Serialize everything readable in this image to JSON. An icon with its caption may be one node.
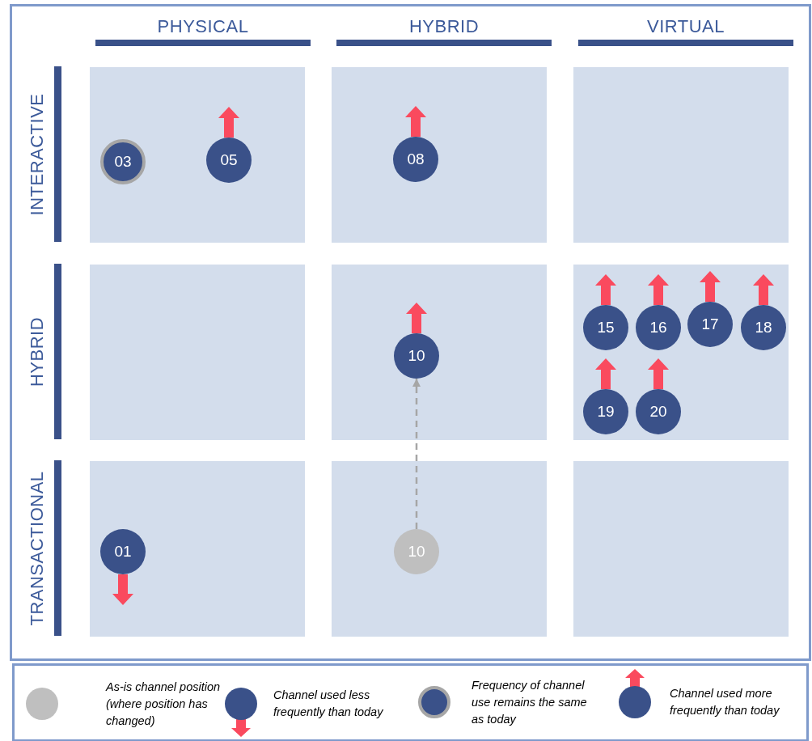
{
  "diagram": {
    "nodes": [
      {
        "text": [],
        "shape": "box"
      },
      {
        "text": [
          "03"
        ],
        "in": 0
      },
      {
        "text": [
          "05"
        ],
        "in": 0
      },
      {
        "text": [],
        "shape": "box"
      },
      {
        "text": [
          "08"
        ],
        "in": 3
      },
      {
        "text": [],
        "shape": "box"
      },
      {
        "text": [],
        "shape": "box"
      },
      {
        "text": [],
        "shape": "box"
      },
      {
        "text": [
          "10"
        ],
        "in": 7
      },
      {
        "text": [],
        "shape": "box"
      },
      {
        "text": [
          "15"
        ],
        "in": 9
      },
      {
        "text": [
          "16"
        ],
        "in": 9
      },
      {
        "text": [
          "17"
        ],
        "in": 9
      },
      {
        "text": [
          "18"
        ],
        "in": 9
      },
      {
        "text": [
          "19"
        ],
        "in": 9
      },
      {
        "text": [
          "20"
        ],
        "in": 9
      },
      {
        "text": [],
        "shape": "box"
      },
      {
        "text": [
          "01"
        ],
        "in": 16
      },
      {
        "text": [],
        "shape": "box"
      },
      {
        "text": [
          "10"
        ],
        "in": 18
      },
      {
        "text": [],
        "shape": "box"
      }
    ],
    "edges": [
      {
        "from": 19,
        "to": 8,
        "arrow": "to",
        "style": "dashed",
        "color": "#a6a6a6"
      },
      {
        "from": 2,
        "to": null,
        "arrow": "to",
        "style": "thick"
      },
      {
        "from": 4,
        "to": null,
        "arrow": "to",
        "style": "thick"
      },
      {
        "from": 8,
        "to": null,
        "arrow": "to",
        "style": "thick"
      },
      {
        "from": 10,
        "to": null,
        "arrow": "to",
        "style": "thick"
      },
      {
        "from": 11,
        "to": null,
        "arrow": "to",
        "style": "thick"
      },
      {
        "from": 12,
        "to": null,
        "arrow": "to",
        "style": "thick"
      },
      {
        "from": 13,
        "to": null,
        "arrow": "to",
        "style": "thick"
      },
      {
        "from": 14,
        "to": null,
        "arrow": "to",
        "style": "thick"
      },
      {
        "from": 15,
        "to": null,
        "arrow": "to",
        "style": "thick"
      },
      {
        "from": 17,
        "to": null,
        "arrow": "to",
        "style": "thick"
      }
    ],
    "labels": [
      "PHYSICAL",
      "HYBRID",
      "VIRTUAL",
      "INTERACTIVE",
      "HYBRID",
      "TRANSACTIONAL"
    ],
    "legend": [
      {
        "text": "As-is channel position (where position has changed)"
      },
      {
        "text": "Channel used less frequently than today"
      },
      {
        "text": "Frequency of channel use remains the same as today"
      },
      {
        "text": "Channel used more frequently than today"
      }
    ]
  }
}
